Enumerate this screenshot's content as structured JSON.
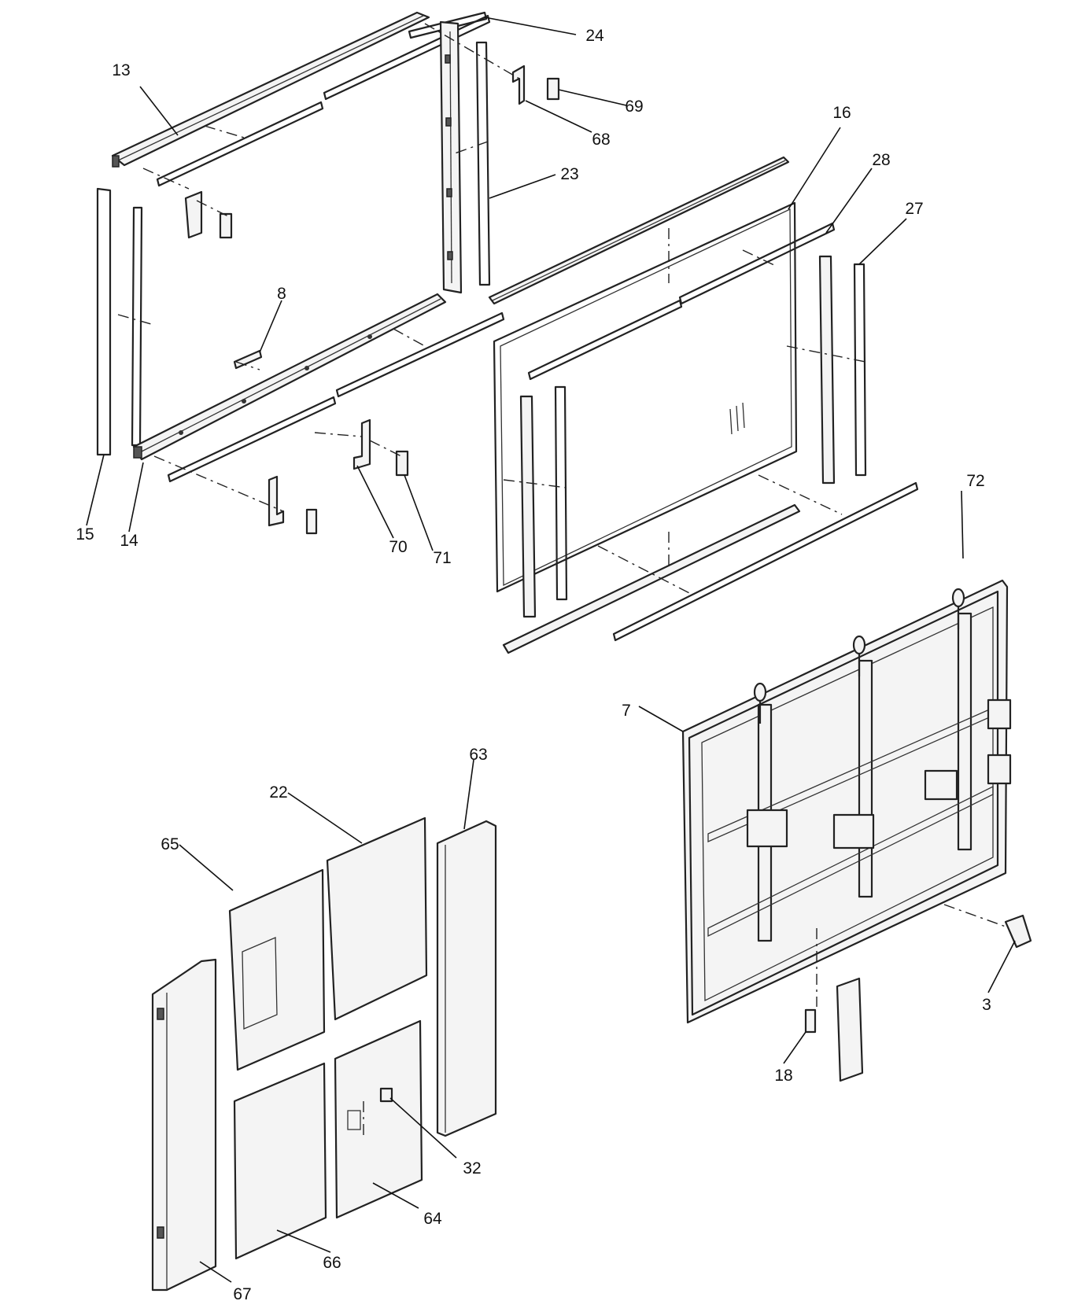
{
  "callouts": {
    "c3": "3",
    "c7": "7",
    "c8": "8",
    "c13": "13",
    "c14": "14",
    "c15": "15",
    "c16": "16",
    "c18": "18",
    "c22": "22",
    "c23": "23",
    "c24": "24",
    "c27": "27",
    "c28": "28",
    "c32": "32",
    "c63": "63",
    "c64": "64",
    "c65": "65",
    "c66": "66",
    "c67": "67",
    "c68": "68",
    "c69": "69",
    "c70": "70",
    "c71": "71",
    "c72": "72"
  }
}
